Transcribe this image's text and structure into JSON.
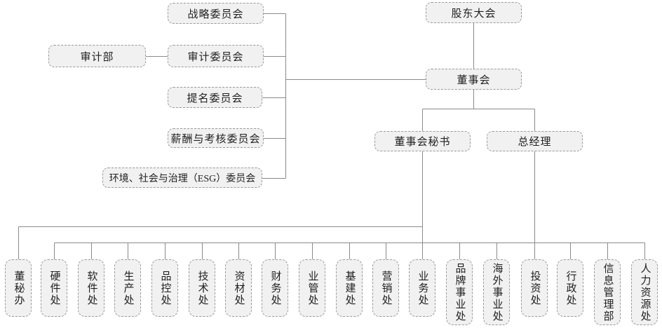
{
  "governance": {
    "shareholders_meeting": {
      "label": "股东大会"
    },
    "board_of_directors": {
      "label": "董事会"
    },
    "board_secretary": {
      "label": "董事会秘书"
    },
    "general_manager": {
      "label": "总经理"
    }
  },
  "audit_department": {
    "label": "审计部"
  },
  "committees": [
    {
      "label": "战略委员会"
    },
    {
      "label": "审计委员会"
    },
    {
      "label": "提名委员会"
    },
    {
      "label": "薪酬与考核委员会"
    },
    {
      "label": "环境、社会与治理（ESG）委员会"
    }
  ],
  "departments": [
    {
      "label": "董秘办"
    },
    {
      "label": "硬件处"
    },
    {
      "label": "软件处"
    },
    {
      "label": "生产处"
    },
    {
      "label": "品控处"
    },
    {
      "label": "技术处"
    },
    {
      "label": "资材处"
    },
    {
      "label": "财务处"
    },
    {
      "label": "业管处"
    },
    {
      "label": "基建处"
    },
    {
      "label": "营销处"
    },
    {
      "label": "业务处"
    },
    {
      "label": "品牌事业处"
    },
    {
      "label": "海外事业处"
    },
    {
      "label": "投资处"
    },
    {
      "label": "行政处"
    },
    {
      "label": "信息管理部"
    },
    {
      "label": "人力资源处"
    }
  ],
  "colors": {
    "box_fill": "#f1f1f1",
    "box_border": "#9a9a9a",
    "connector_line": "#8a8a8a",
    "text": "#1f1f1f",
    "background": "#ffffff"
  }
}
